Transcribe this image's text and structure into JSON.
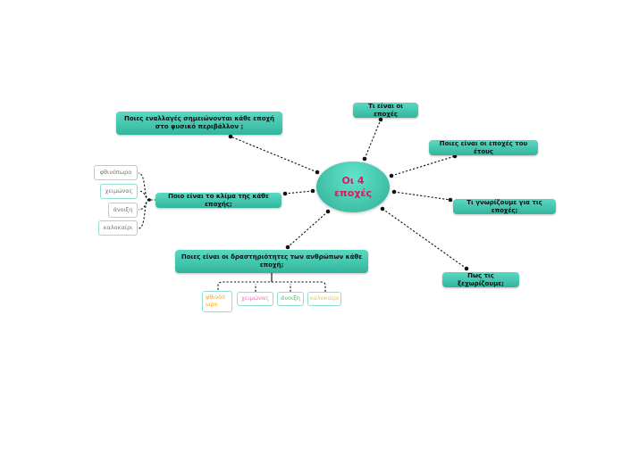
{
  "center": {
    "line1": "Οι 4",
    "line2": "εποχές"
  },
  "topics": {
    "changes": "Ποιες εναλλαγές σημειώνονται κάθε εποχή στο φυσικό περιβάλλον ;",
    "what": "Τι είναι οι εποχές",
    "seasons_of_year": "Ποιες είναι οι εποχές του έτους",
    "climate": "Ποιο είναι το κλίμα της κάθε εποχής;",
    "know": "Τι γνωρίζουμε για τις εποχές;",
    "activities": "Ποιες είναι οι δραστηριότητες των ανθρώπων κάθε εποχή;",
    "distinguish": "Πως τις ξεχωρίζουμε;"
  },
  "climate_leaves": [
    "φθινόπωρο",
    "χειμώνας",
    "άνοιξη",
    "καλοκαίρι"
  ],
  "activity_leaves": [
    "φθινόπ ωρο",
    "χειμώνας",
    "άνοιξη",
    "καλοκαίρι"
  ],
  "colors": {
    "node": "#3fc4aa",
    "center_text": "#d81b60",
    "autumn": "#f5a623",
    "winter": "#e87ab5",
    "spring": "#44c26b",
    "summer": "#e8d21d"
  }
}
